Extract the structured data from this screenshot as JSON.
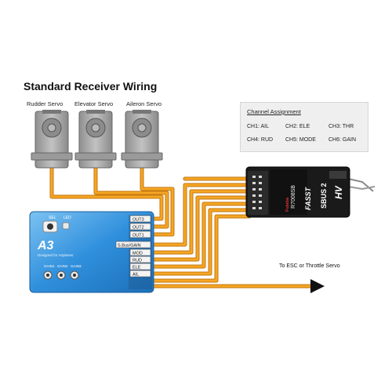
{
  "diagram": {
    "title": "Standard Receiver Wiring",
    "servos": [
      {
        "label": "Rudder Servo"
      },
      {
        "label": "Elevator Servo"
      },
      {
        "label": "Aileron Servo"
      }
    ],
    "channel_assignment": {
      "title": "Channel Assignment",
      "rows": [
        [
          "CH1: AIL",
          "CH2: ELE",
          "CH3: THR"
        ],
        [
          "CH4: RUD",
          "CH5: MODE",
          "CH6: GAIN"
        ]
      ]
    },
    "controller": {
      "name": "A3",
      "subtitle": "Designed for Airplanes",
      "top_labels": [
        "SEL",
        "LED"
      ],
      "ports": [
        "OUT3",
        "OUT2",
        "OUT1",
        "S.Bus/GAIN",
        "MOD",
        "RUD",
        "ELE",
        "AIL"
      ],
      "gain_labels": [
        "GAIN1",
        "GAIN2",
        "GAIN3"
      ]
    },
    "receiver": {
      "brand": "Futaba",
      "model": "R7008SB",
      "mode_text": "FASST",
      "sbus_text": "SBUS 2",
      "hv_text": "HV"
    },
    "esc_label": "To ESC or Throttle Servo",
    "colors": {
      "wire": "#f0a21e",
      "wire_edge": "#c47712",
      "controller_blue": "#2f8fdc",
      "servo_grey": "#a7a7a7",
      "receiver_black": "#1a1a1a"
    }
  }
}
